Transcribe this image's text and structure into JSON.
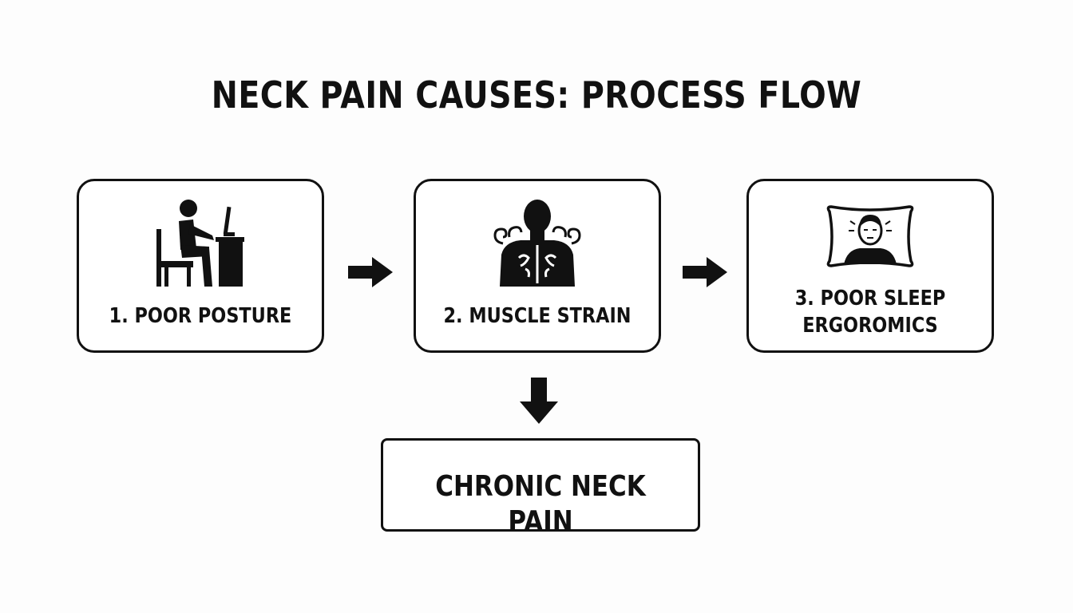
{
  "title": "NECK PAIN CAUSES: PROCESS FLOW",
  "steps": [
    {
      "label": "1. POOR POSTURE",
      "icon": "person-at-desk-icon"
    },
    {
      "label": "2. MUSCLE STRAIN",
      "icon": "strained-back-icon"
    },
    {
      "label_line1": "3. POOR SLEEP",
      "label_line2": "ERGOROMICS",
      "icon": "person-on-pillow-icon"
    }
  ],
  "outcome": {
    "label": "CHRONIC NECK PAIN"
  },
  "colors": {
    "stroke": "#111111",
    "background": "#fdfdfd"
  }
}
